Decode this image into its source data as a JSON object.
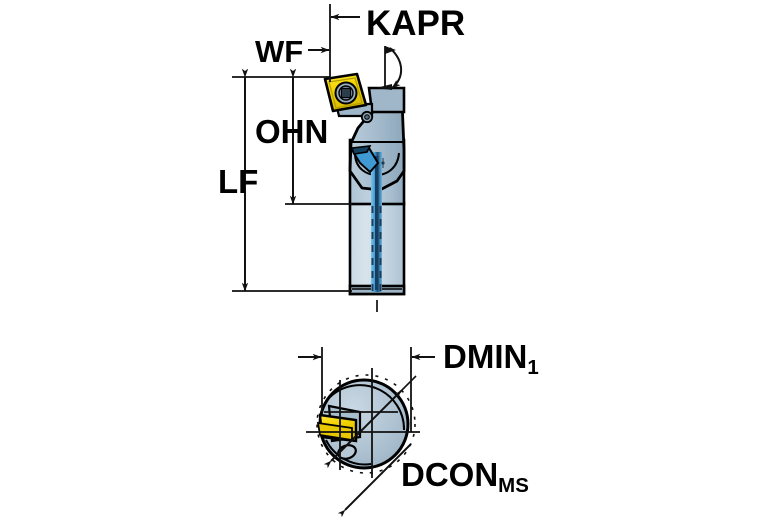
{
  "drawing": {
    "title": "Boring bar tool holder technical dimension drawing",
    "views": [
      {
        "name": "side-view",
        "description": "Side elevation of boring bar with indexable insert"
      },
      {
        "name": "end-view",
        "description": "End-on circular section view of boring bar shank"
      }
    ]
  },
  "labels": {
    "kapr": "KAPR",
    "wf": "WF",
    "ohn": "OHN",
    "lf": "LF",
    "dmin_base": "DMIN",
    "dmin_sub": "1",
    "dcon_base": "DCON",
    "dcon_sub": "MS"
  },
  "icons": {
    "insert": "cutting-insert-icon",
    "screw": "insert-screw-icon",
    "coolant": "coolant-channel-icon"
  },
  "colors": {
    "insert_yellow": "#F5D800",
    "insert_yellow_dark": "#D4B800",
    "head_steel": "#A9C0D2",
    "head_steel_dark": "#8FA8BC",
    "shank_steel": "#C3D4E0",
    "shank_steel_light": "#D6E3EC",
    "coolant_blue": "#4FA8DC",
    "coolant_blue_dark": "#1E5F8C",
    "outline": "#000000",
    "dimension_line": "#1A1A1A",
    "background": "#FFFFFF"
  }
}
